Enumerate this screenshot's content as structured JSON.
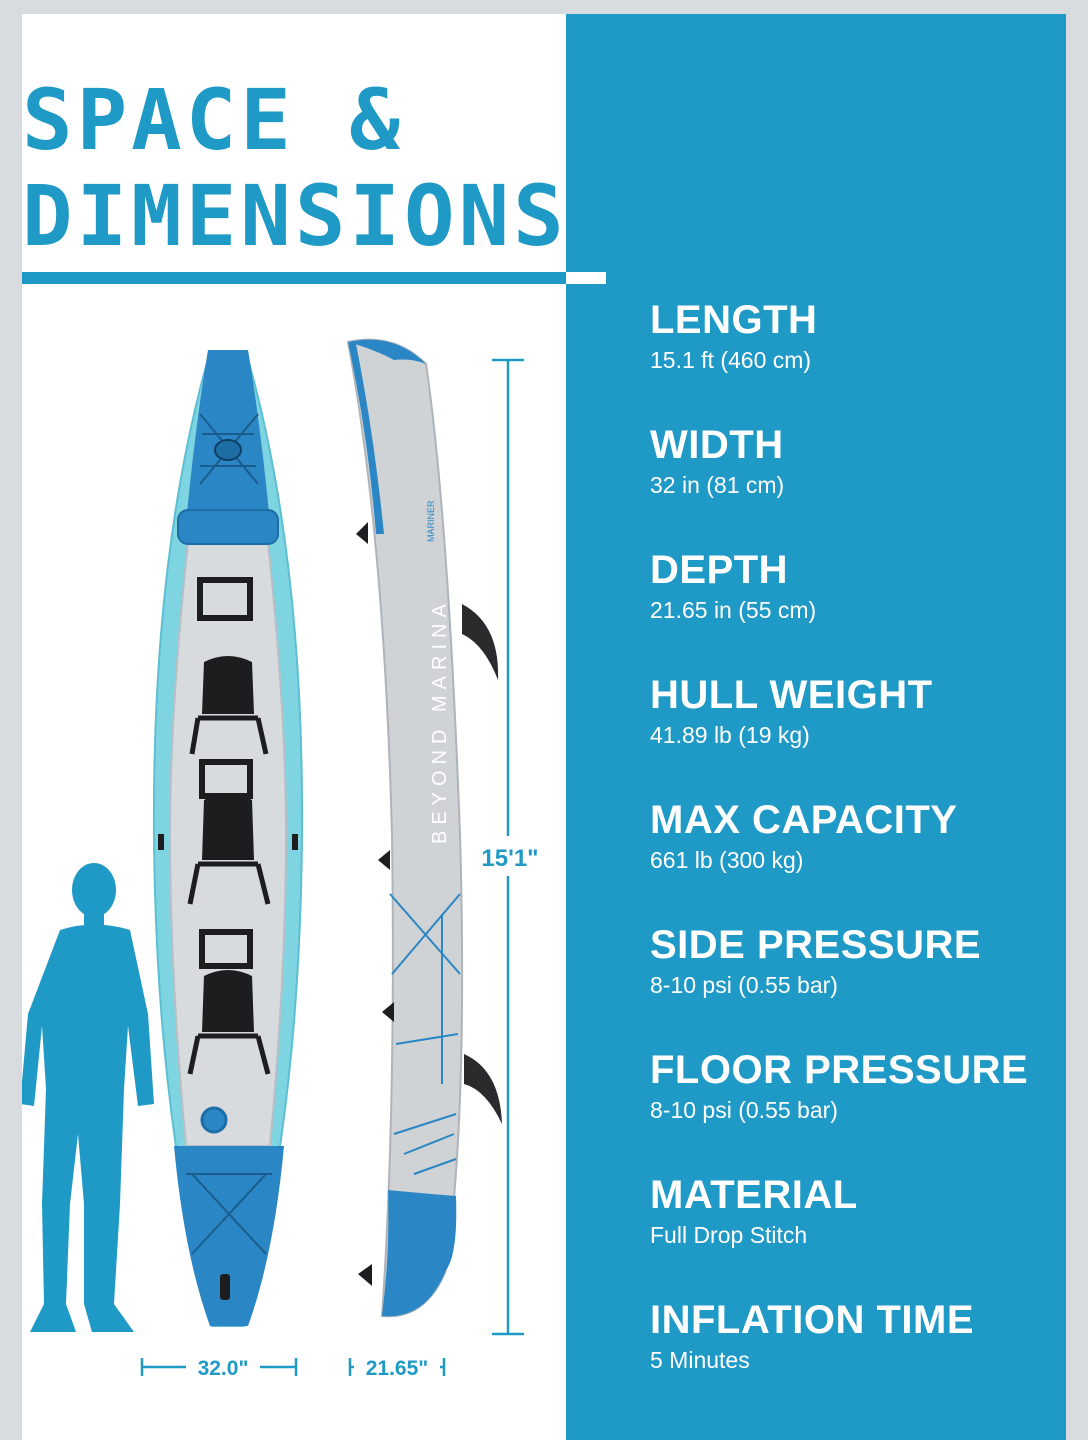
{
  "title": {
    "line1": "SPACE &",
    "line2": "DIMENSIONS"
  },
  "kayak": {
    "brand": "BEYOND MARINA",
    "model": "MARINER"
  },
  "dimensions": {
    "length": "15'1\"",
    "width": "32.0\"",
    "depth": "21.65\""
  },
  "specs": [
    {
      "label": "LENGTH",
      "value": "15.1 ft (460 cm)"
    },
    {
      "label": "WIDTH",
      "value": "32 in (81 cm)"
    },
    {
      "label": "DEPTH",
      "value": "21.65 in (55 cm)"
    },
    {
      "label": "HULL WEIGHT",
      "value": "41.89 lb (19 kg)"
    },
    {
      "label": "MAX CAPACITY",
      "value": "661 lb (300 kg)"
    },
    {
      "label": "SIDE PRESSURE",
      "value": "8-10 psi (0.55 bar)"
    },
    {
      "label": "FLOOR PRESSURE",
      "value": "8-10 psi (0.55 bar)"
    },
    {
      "label": "MATERIAL",
      "value": "Full Drop Stitch"
    },
    {
      "label": "INFLATION TIME",
      "value": "5 Minutes"
    }
  ],
  "colors": {
    "accent": "#1f9ac6",
    "hull_blue": "#2a86c4",
    "tube_cyan": "#7fd4e2",
    "floor_gray": "#d7dbde",
    "seat_black": "#1d1d1f",
    "background": "#ffffff"
  }
}
